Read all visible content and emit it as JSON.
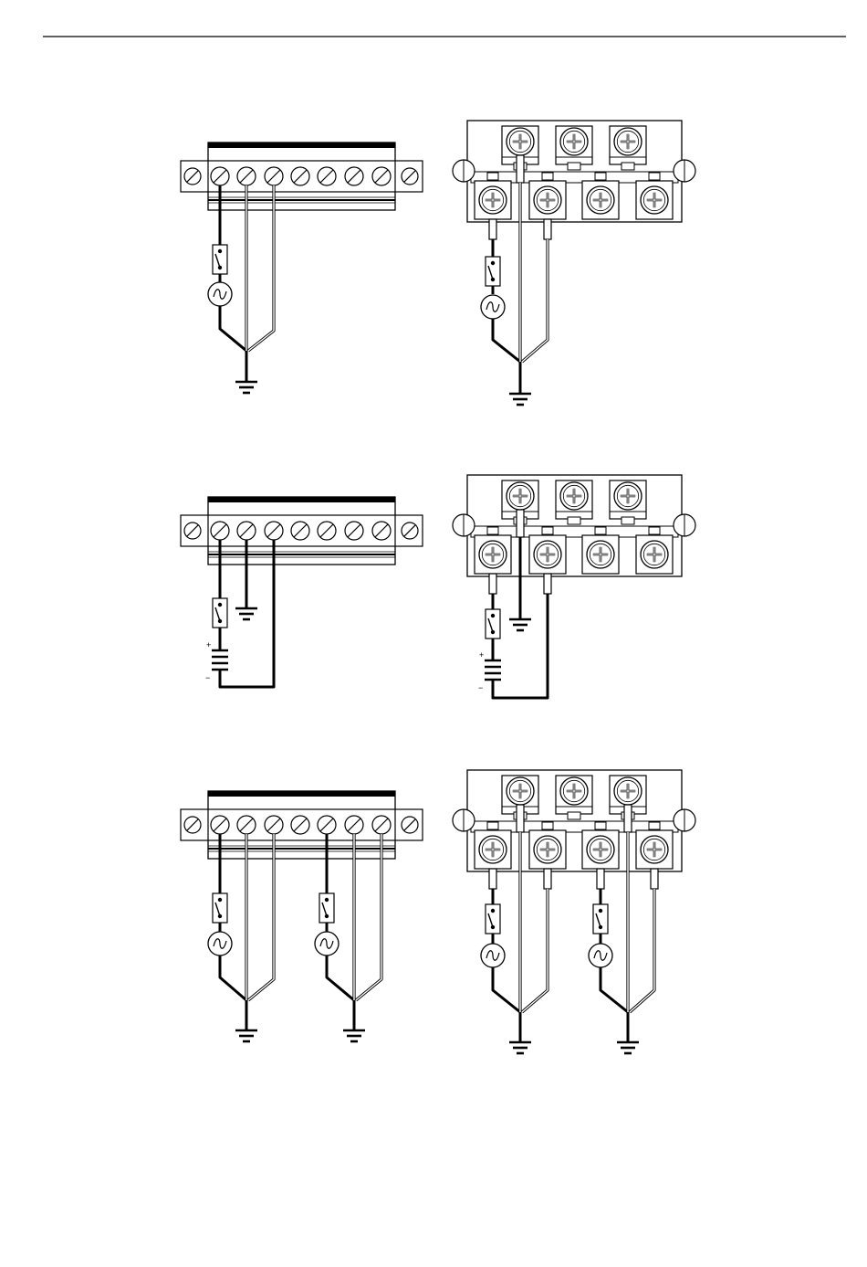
{
  "document": {
    "header_rule": true
  },
  "diagrams": [
    {
      "id": "ac-single",
      "source": "ac",
      "channels": 1,
      "contact": "switch",
      "blocks": [
        "terminal-strip",
        "screw-terminal"
      ]
    },
    {
      "id": "dc-single",
      "source": "dc-battery",
      "channels": 1,
      "contact": "switch",
      "blocks": [
        "terminal-strip",
        "screw-terminal"
      ],
      "battery_labels": {
        "plus": "+",
        "minus": "−"
      }
    },
    {
      "id": "ac-dual",
      "source": "ac",
      "channels": 2,
      "contact": "switch",
      "blocks": [
        "terminal-strip",
        "screw-terminal"
      ]
    }
  ],
  "icons": {
    "terminal_screw": "slotted-screw-icon",
    "phillips_screw": "phillips-screw-icon",
    "switch": "switch-icon",
    "ac_source": "ac-source-icon",
    "battery": "battery-icon",
    "ground": "ground-icon"
  },
  "colors": {
    "line": "#000000",
    "background": "#ffffff"
  }
}
